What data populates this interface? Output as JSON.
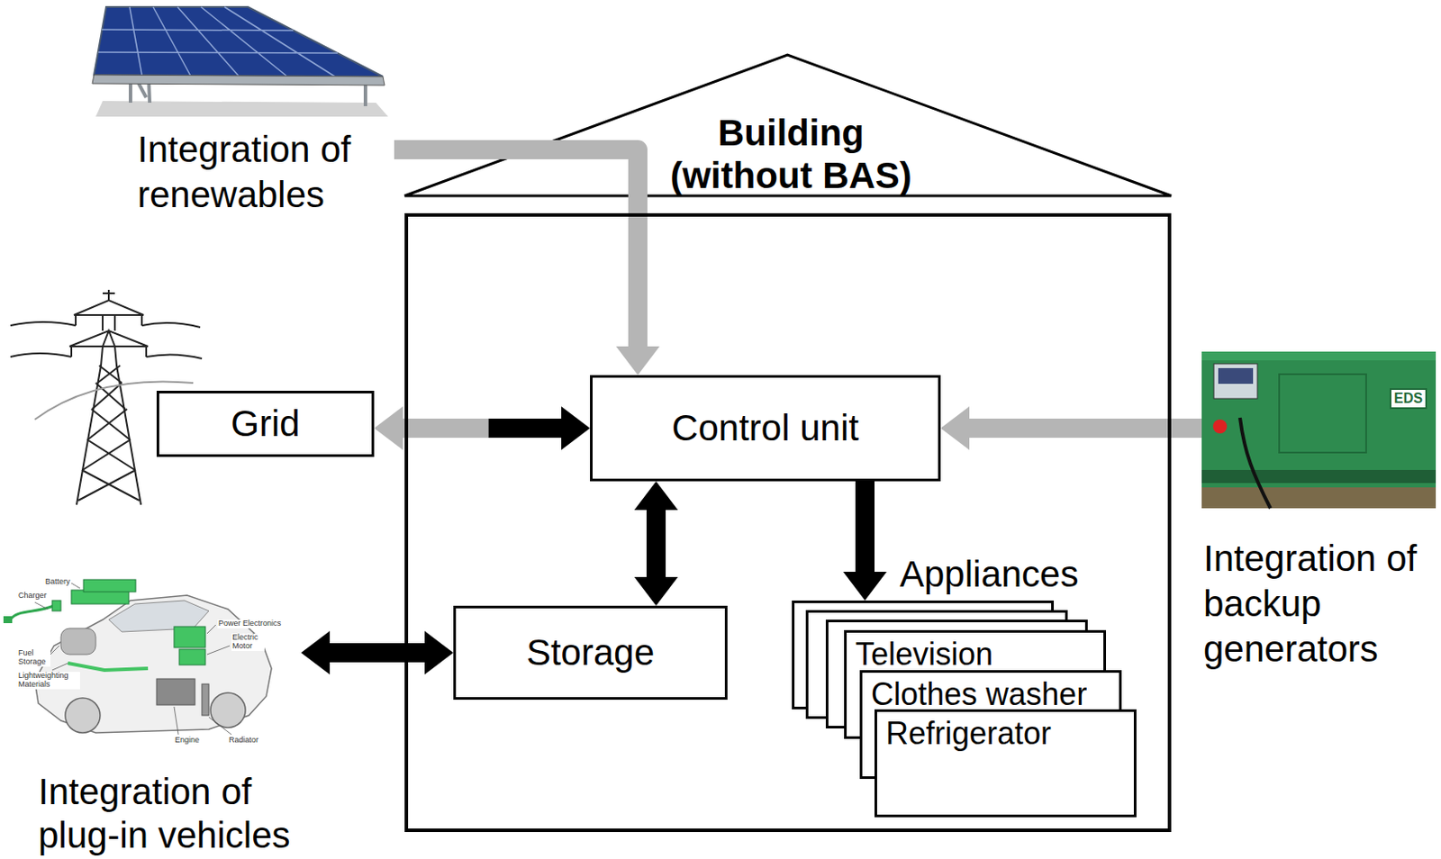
{
  "diagram": {
    "nodes": [
      {
        "text": [
          "Integration of renewables"
        ]
      },
      {
        "text": [
          "Building (without BAS)"
        ]
      },
      {
        "text": [
          "Grid"
        ]
      },
      {
        "text": [
          "Control unit"
        ],
        "in": 1
      },
      {
        "text": [
          "Integration of backup generators"
        ]
      },
      {
        "text": [
          "Appliances"
        ],
        "in": 1
      },
      {
        "text": [
          "Television"
        ],
        "in": 5
      },
      {
        "text": [
          "Clothes washer"
        ],
        "in": 5
      },
      {
        "text": [
          "Refrigerator"
        ],
        "in": 5
      },
      {
        "text": [
          "Integration of plug-in vehicles"
        ]
      },
      {
        "text": [
          "Storage"
        ],
        "in": 1
      }
    ],
    "edges": [
      {
        "from": 0,
        "to": 3,
        "arrow": "to"
      },
      {
        "from": 2,
        "to": 3,
        "arrow": "both"
      },
      {
        "from": 4,
        "to": 3,
        "arrow": "to"
      },
      {
        "from": 3,
        "to": 10,
        "arrow": "both"
      },
      {
        "from": 3,
        "to": 5,
        "arrow": "to"
      },
      {
        "from": 9,
        "to": 10,
        "arrow": "both"
      }
    ],
    "labels": [
      "Battery",
      "Charger",
      "Fuel Storage",
      "Lightweighting Materials",
      "Power Electronics",
      "Electric Motor",
      "Engine",
      "Radiator",
      "EDS"
    ]
  }
}
